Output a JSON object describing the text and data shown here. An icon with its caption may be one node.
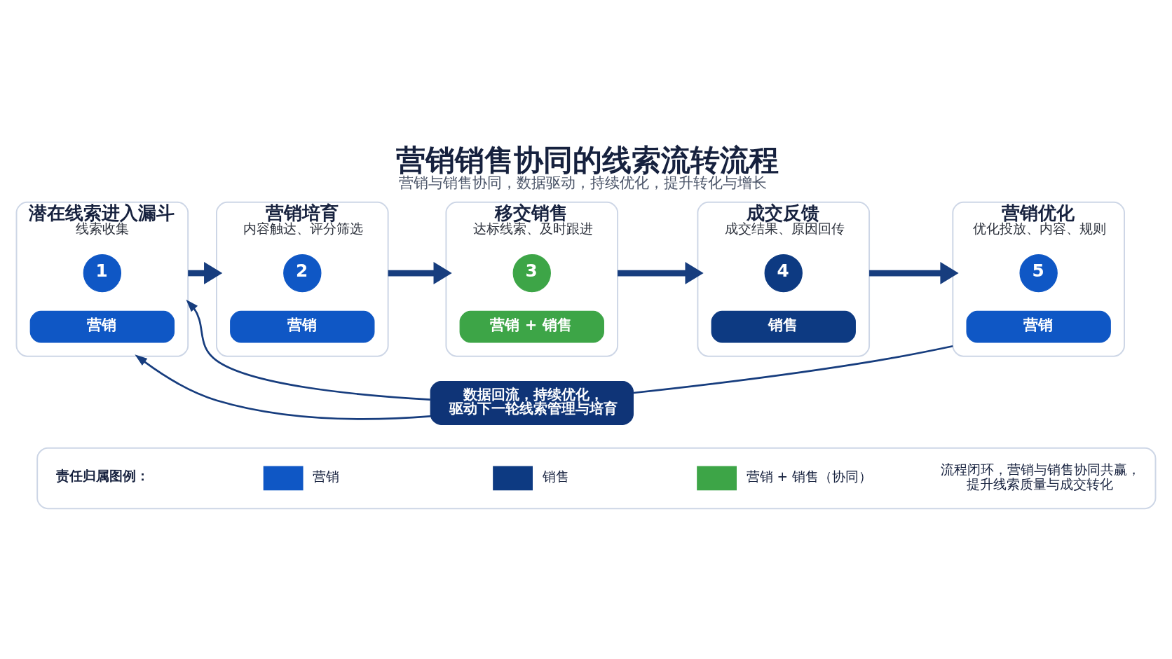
{
  "diagram": {
    "title": "营销销售协同的线索流转流程",
    "caption": "营销与销售协同，数据驱动，持续优化，提升转化与增长",
    "nodes": [
      {
        "text": [
          "潜在线索进入漏斗",
          "线索收集"
        ]
      },
      {
        "text": [
          "1"
        ],
        "in": 0
      },
      {
        "text": [
          "营销"
        ],
        "in": 0
      },
      {
        "text": [
          "营销培育",
          "内容触达、评分筛选"
        ]
      },
      {
        "text": [
          "2"
        ],
        "in": 3
      },
      {
        "text": [
          "营销"
        ],
        "in": 3
      },
      {
        "text": [
          "移交销售",
          "达标线索、及时跟进"
        ]
      },
      {
        "text": [
          "3"
        ],
        "in": 6
      },
      {
        "text": [
          "营销 + 销售"
        ],
        "in": 6
      },
      {
        "text": [
          "成交反馈",
          "成交结果、原因回传"
        ]
      },
      {
        "text": [
          "4"
        ],
        "in": 9
      },
      {
        "text": [
          "销售"
        ],
        "in": 9
      },
      {
        "text": [
          "营销优化",
          "优化投放、内容、规则"
        ]
      },
      {
        "text": [
          "5"
        ],
        "in": 12
      },
      {
        "text": [
          "营销"
        ],
        "in": 12
      },
      {
        "text": [
          "数据回流，持续优化，驱动下一轮线索管理与培育"
        ]
      },
      {
        "text": [],
        "shape": "box"
      }
    ],
    "edges": [
      {
        "from": 0,
        "to": 3,
        "arrow": "to"
      },
      {
        "from": 3,
        "to": 6,
        "arrow": "to"
      },
      {
        "from": 6,
        "to": 9,
        "arrow": "to"
      },
      {
        "from": 9,
        "to": 12,
        "arrow": "to"
      },
      {
        "from": 12,
        "to": 15,
        "arrow": "none"
      },
      {
        "from": 15,
        "to": 0,
        "arrow": "to"
      },
      {
        "from": 15,
        "to": 0,
        "arrow": "to"
      }
    ],
    "labels": [
      "责任归属图例：",
      "流程闭环，营销与销售协同共赢，提升线索质量与成交转化"
    ],
    "legend": [
      {
        "text": "营销",
        "color": "#0f57c5"
      },
      {
        "text": "销售",
        "color": "#0d3a82"
      },
      {
        "text": "营销 + 销售（协同）",
        "color": "#3da547"
      }
    ]
  }
}
